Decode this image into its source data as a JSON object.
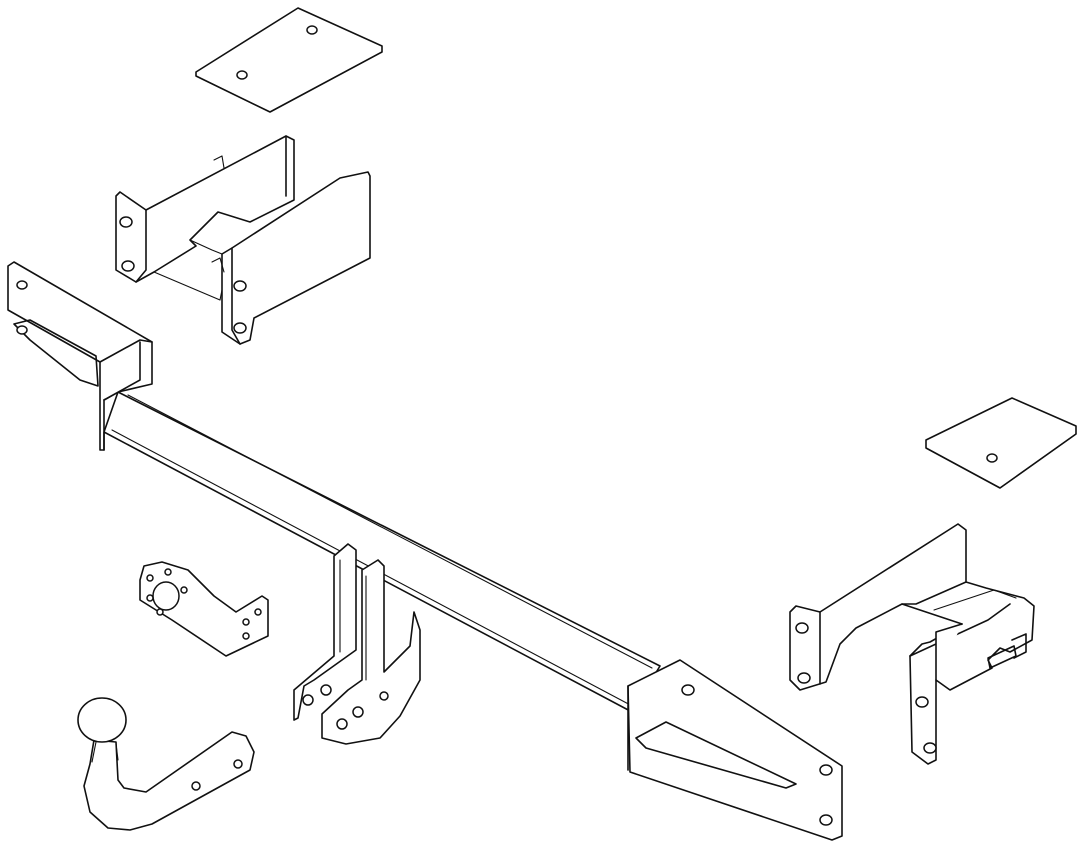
{
  "diagram": {
    "line_color": "#111111",
    "background": "#ffffff",
    "parts": [
      "spacer-plate-left",
      "mounting-bracket-left",
      "side-plate-left",
      "cross-bar",
      "spacer-plate-right",
      "mounting-bracket-right",
      "socket-plate",
      "center-brackets",
      "tow-ball-neck",
      "side-plate-right"
    ]
  }
}
